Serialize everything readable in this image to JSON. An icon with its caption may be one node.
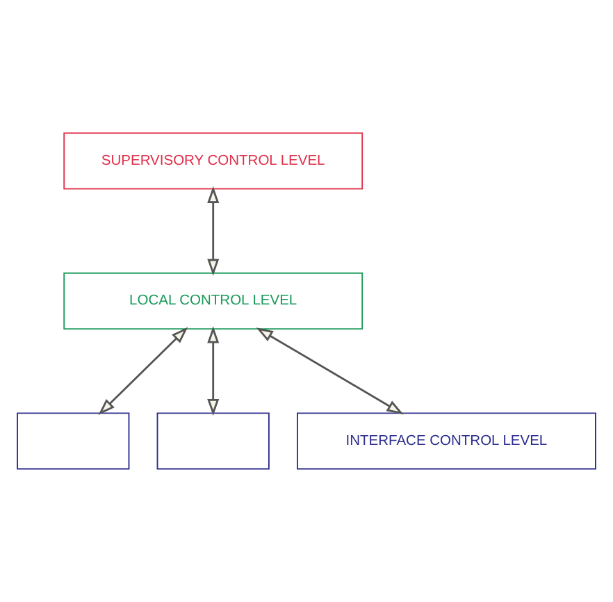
{
  "diagram": {
    "nodes": [
      {
        "text": [
          "SUPERVISORY CONTROL LEVEL"
        ]
      },
      {
        "text": [
          "LOCAL CONTROL LEVEL"
        ]
      },
      {
        "text": [],
        "shape": "box"
      },
      {
        "text": [],
        "shape": "box"
      },
      {
        "text": [
          "INTERFACE CONTROL LEVEL"
        ]
      }
    ],
    "edges": [
      {
        "from": 0,
        "to": 1,
        "arrow": "both"
      },
      {
        "from": 1,
        "to": 2,
        "arrow": "both"
      },
      {
        "from": 1,
        "to": 3,
        "arrow": "both"
      },
      {
        "from": 1,
        "to": 4,
        "arrow": "both"
      }
    ]
  }
}
